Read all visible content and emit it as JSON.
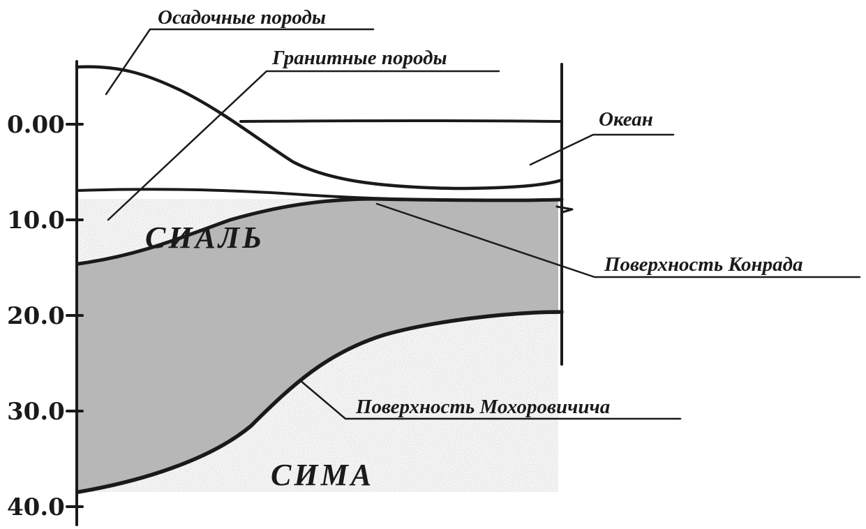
{
  "axis": {
    "ticks": [
      "0.00",
      "10.0",
      "20.0",
      "30.0",
      "40.0"
    ]
  },
  "labels": {
    "sedimentary": "Осадочные породы",
    "granite": "Гранитные породы",
    "ocean": "Океан",
    "sial": "СИАЛЬ",
    "conrad": "Поверхность Конрада",
    "moho": "Поверхность Мохоровичича",
    "sima": "СИМА"
  },
  "colors": {
    "ink": "#1a1a1a",
    "stipple": "#a9a9a9",
    "background": "#ffffff"
  }
}
